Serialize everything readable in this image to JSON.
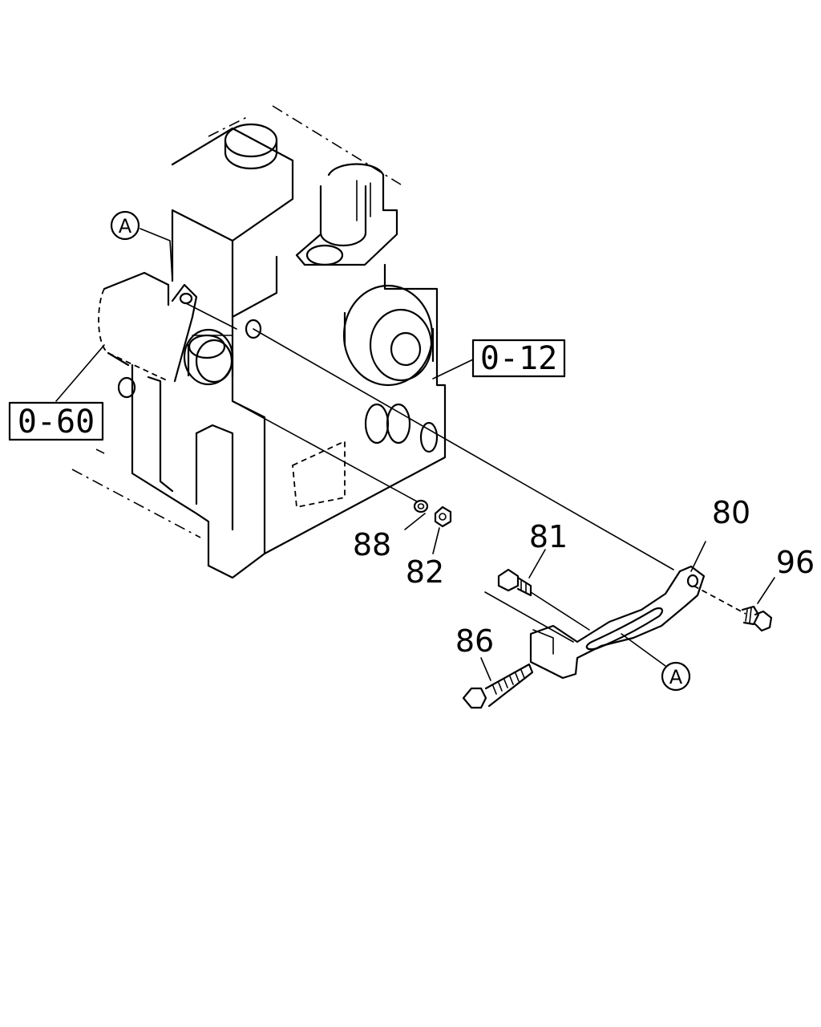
{
  "references": [
    {
      "id": "ref-0-60",
      "text": "0-60"
    },
    {
      "id": "ref-0-12",
      "text": "0-12"
    }
  ],
  "part_numbers": [
    {
      "id": "part-80",
      "text": "80"
    },
    {
      "id": "part-81",
      "text": "81"
    },
    {
      "id": "part-82",
      "text": "82"
    },
    {
      "id": "part-86",
      "text": "86"
    },
    {
      "id": "part-88",
      "text": "88"
    },
    {
      "id": "part-96",
      "text": "96"
    }
  ],
  "callouts": [
    {
      "id": "callout-a-top",
      "text": "A"
    },
    {
      "id": "callout-a-bottom",
      "text": "A"
    }
  ]
}
